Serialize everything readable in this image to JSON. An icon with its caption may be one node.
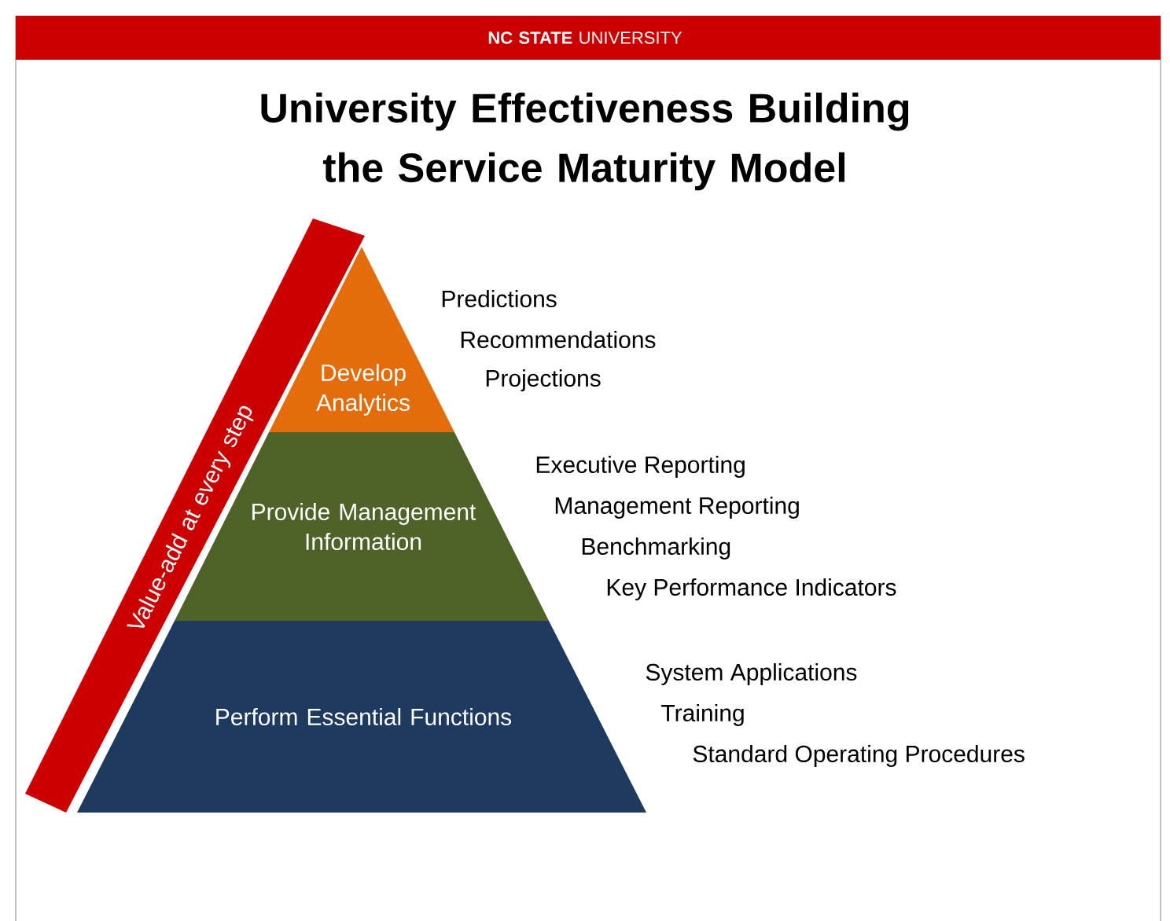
{
  "diagram": {
    "title": "University Effectiveness Building the Service Maturity Model",
    "nodes": [
      {
        "text": [
          "**NC STATE** UNIVERSITY"
        ]
      },
      {
        "text": [
          "Value-add at every step"
        ]
      },
      {
        "text": [
          "Develop Analytics"
        ],
        "beside": [
          "Predictions",
          "Recommendations",
          "Projections"
        ]
      },
      {
        "text": [
          "Provide Management Information"
        ],
        "beside": [
          "Executive Reporting",
          "Management Reporting",
          "Benchmarking",
          "Key Performance Indicators"
        ]
      },
      {
        "text": [
          "Perform Essential Functions"
        ],
        "beside": [
          "System Applications",
          "Training",
          "Standard Operating Procedures"
        ]
      }
    ]
  }
}
